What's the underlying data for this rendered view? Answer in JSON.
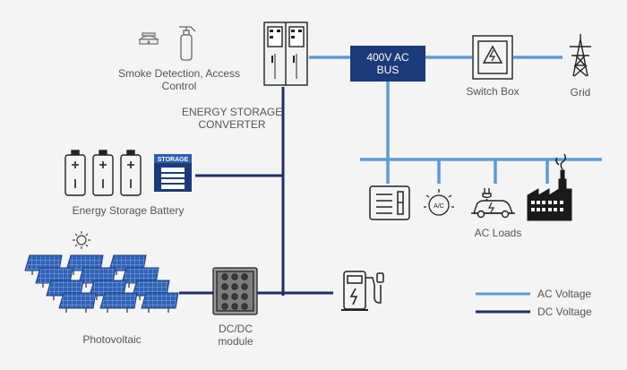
{
  "labels": {
    "smoke_detection": "Smoke Detection, Access",
    "smoke_detection_2": "Control",
    "converter_1": "ENERGY STORAGE",
    "converter_2": "CONVERTER",
    "bus_1": "400V AC",
    "bus_2": "BUS",
    "switch_box": "Switch Box",
    "grid": "Grid",
    "battery": "Energy Storage Battery",
    "ac_loads": "AC Loads",
    "photovoltaic": "Photovoltaic",
    "dcdc_1": "DC/DC",
    "dcdc_2": "module",
    "storage_sign": "STORAGE",
    "ac_badge": "A/C"
  },
  "legend": {
    "ac": "AC  Voltage",
    "dc": "DC Voltage"
  },
  "colors": {
    "ac_line": "#5b9bd5",
    "dc_line": "#1f2f66",
    "bus_fill": "#1a3a7a",
    "icon_stroke": "#1a1a1a",
    "background": "#f4f4f4"
  },
  "icons": [
    "smoke-detector-icon",
    "fire-extinguisher-icon",
    "converter-cabinet-icon",
    "switch-box-icon",
    "grid-tower-icon",
    "battery-icon",
    "storage-unit-icon",
    "sun-icon",
    "solar-panel-array-icon",
    "dcdc-module-icon",
    "ev-charger-icon",
    "meter-icon",
    "ac-unit-icon",
    "electric-car-icon",
    "factory-icon"
  ]
}
